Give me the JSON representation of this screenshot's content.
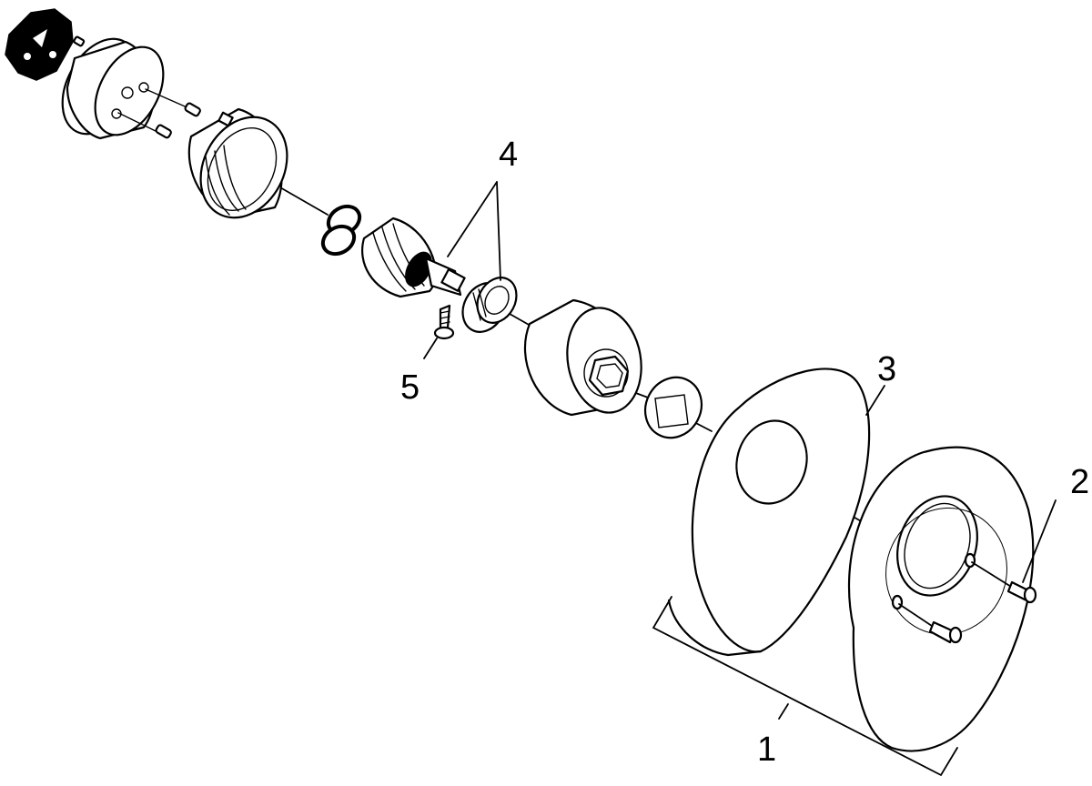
{
  "callouts": {
    "c1": "1",
    "c2": "2",
    "c3": "3",
    "c4": "4",
    "c5": "5"
  },
  "colors": {
    "stroke": "#000000",
    "background": "#ffffff"
  }
}
